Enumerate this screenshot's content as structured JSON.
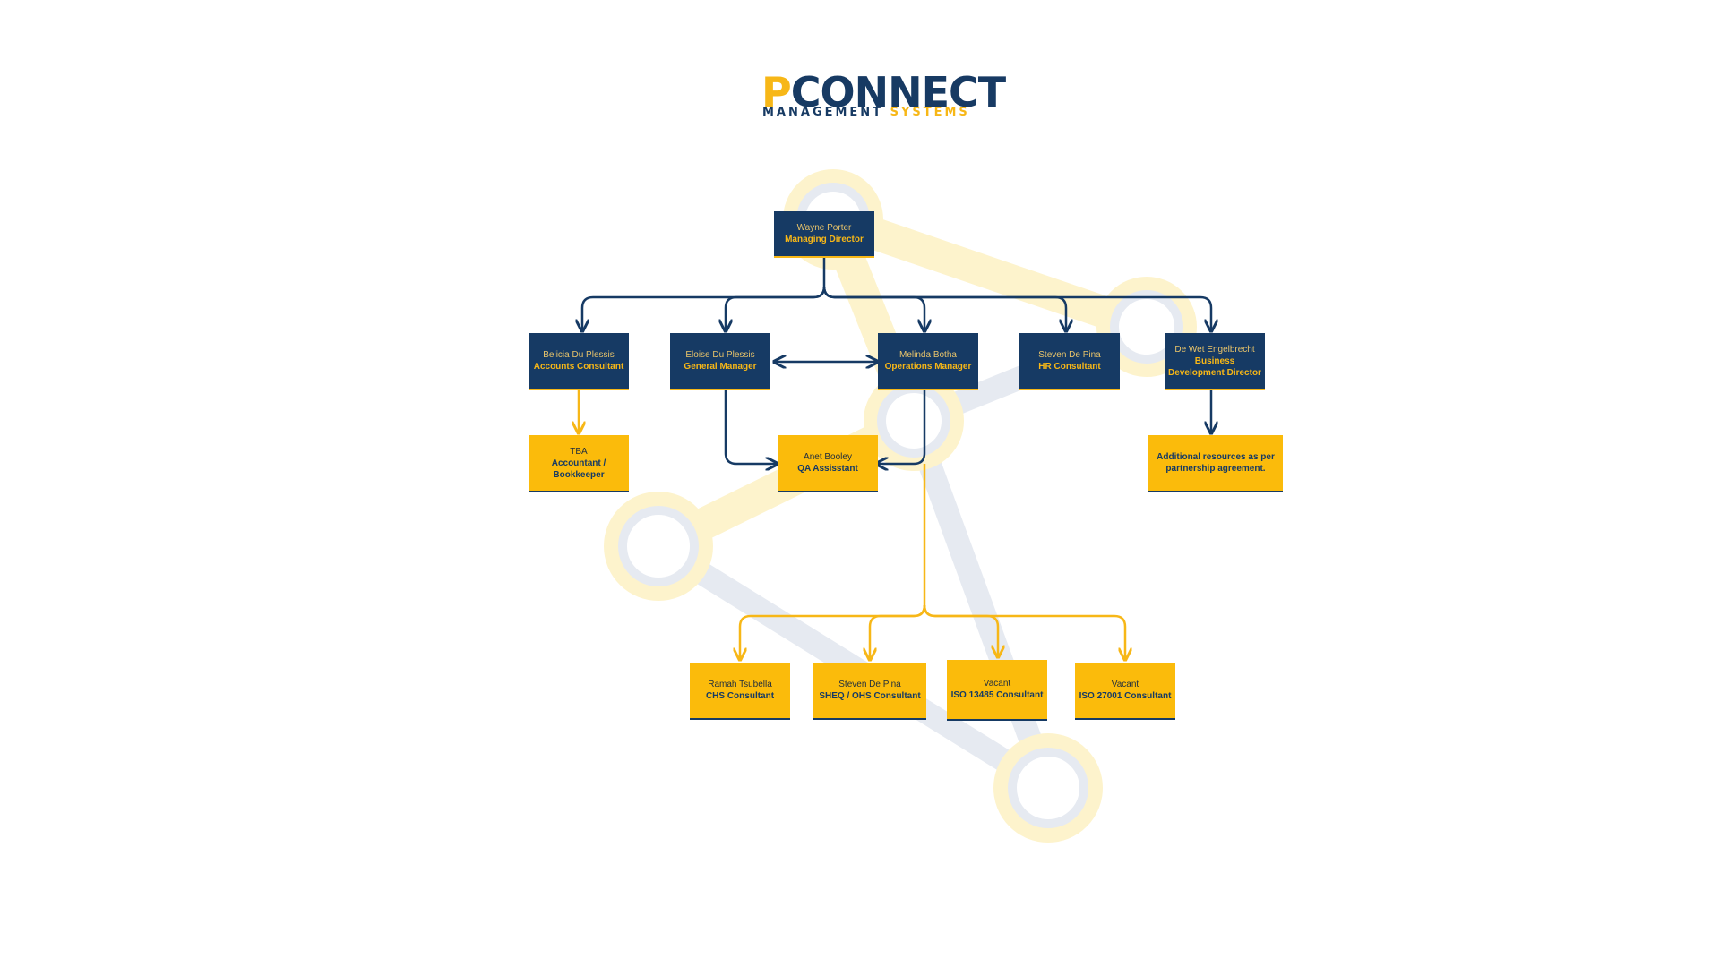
{
  "logo": {
    "letter": "P",
    "word": "CONNECT",
    "sub_a": "MANAGEMENT",
    "sub_b": "SYSTEMS"
  },
  "colors": {
    "navy": "#163a64",
    "yellow": "#fbbb0b",
    "bg_art_navy": "#e6eaf1",
    "bg_art_yellow": "#fdf3cc"
  },
  "nodes": {
    "wayne": {
      "name": "Wayne Porter",
      "role": "Managing Director"
    },
    "belicia": {
      "name": "Belicia Du Plessis",
      "role": "Accounts Consultant"
    },
    "eloise": {
      "name": "Eloise Du Plessis",
      "role": "General Manager"
    },
    "melinda": {
      "name": "Melinda Botha",
      "role": "Operations Manager"
    },
    "steven_hr": {
      "name": "Steven De Pina",
      "role": "HR Consultant"
    },
    "dewet": {
      "name": "De Wet Engelbrecht",
      "role": "Business Development Director"
    },
    "tba": {
      "name": "TBA",
      "role": "Accountant / Bookkeeper"
    },
    "anet": {
      "name": "Anet Booley",
      "role": "QA Assisstant"
    },
    "additional": {
      "name": "",
      "role": "Additional resources as per partnership agreement."
    },
    "ramah": {
      "name": "Ramah Tsubella",
      "role": "CHS Consultant"
    },
    "steven_sheq": {
      "name": "Steven De Pina",
      "role": "SHEQ / OHS Consultant"
    },
    "vacant_iso13485": {
      "name": "Vacant",
      "role": "ISO 13485 Consultant"
    },
    "vacant_iso27001": {
      "name": "Vacant",
      "role": "ISO 27001 Consultant"
    }
  }
}
